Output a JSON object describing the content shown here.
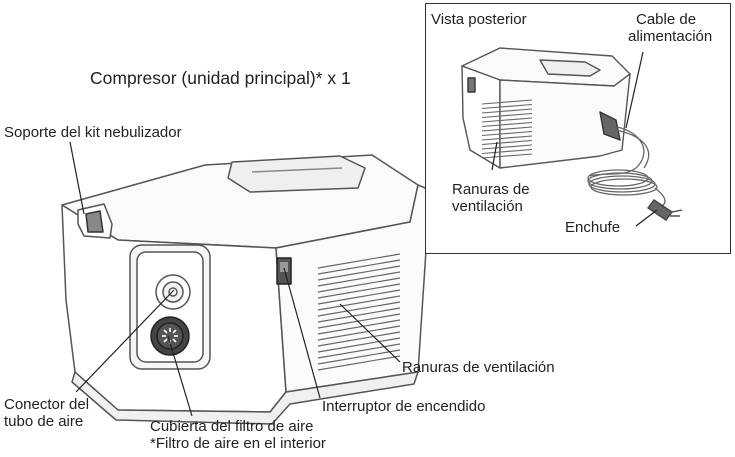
{
  "labels": {
    "compressor_title": "Compresor (unidad principal)* x 1",
    "kit_holder": "Soporte del kit nebulizador",
    "air_tube_connector_line1": "Conector del",
    "air_tube_connector_line2": "tubo de aire",
    "filter_cover_line1": "Cubierta del filtro de aire",
    "filter_cover_line2": "*Filtro de aire en el interior",
    "power_switch": "Interruptor de encendido",
    "vents_main": "Ranuras de ventilación"
  },
  "inset": {
    "rear_view": "Vista posterior",
    "power_cable_line1": "Cable de",
    "power_cable_line2": "alimentación",
    "vents_line1": "Ranuras de",
    "vents_line2": "ventilación",
    "plug": "Enchufe"
  },
  "colors": {
    "line": "#222222",
    "stroke": "#555555",
    "shade": "#dcdcdc",
    "light": "#f4f4f4"
  }
}
